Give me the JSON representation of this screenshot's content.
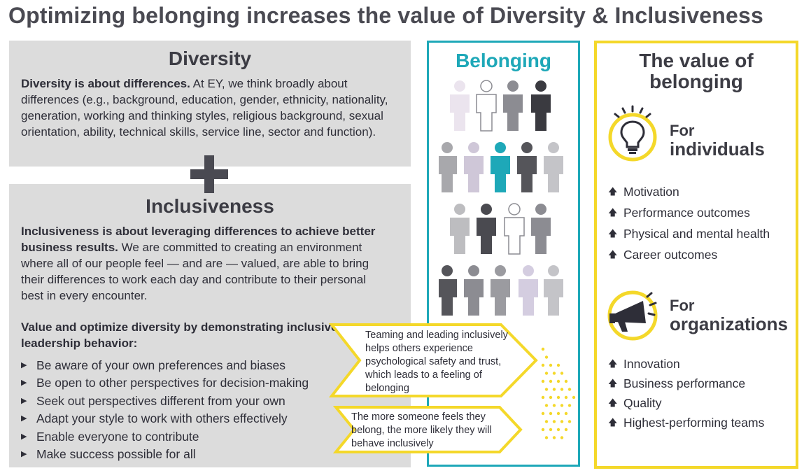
{
  "title": "Optimizing belonging increases the value of Diversity & Inclusiveness",
  "diversity": {
    "heading": "Diversity",
    "lead": "Diversity is about differences.",
    "body": " At EY, we think broadly about differences (e.g., background, education, gender, ethnicity, nationality, generation, working and thinking styles, religious background, sexual orientation, ability, technical skills, service line, sector and function)."
  },
  "inclusiveness": {
    "heading": "Inclusiveness",
    "lead": "Inclusiveness is about leveraging differences to achieve better business results.",
    "body": " We are committed to creating an environment where all of our people feel — and are — valued, are able to bring their differences to work each day and contribute to their personal best in every encounter.",
    "value_heading": "Value and optimize diversity by demonstrating inclusive leadership behavior:",
    "behaviors": [
      "Be aware of your own preferences and biases",
      "Be open to other perspectives for decision-making",
      "Seek out perspectives different from your own",
      "Adapt your style to work with others effectively",
      "Enable everyone to contribute",
      "Make success possible for all"
    ]
  },
  "belonging": {
    "heading": "Belonging"
  },
  "callouts": {
    "teaming": "Teaming and leading inclusively helps others experience psychological safety and trust, which leads to a feeling of belonging",
    "more": "The more someone feels they belong, the more likely they will behave inclusively"
  },
  "value": {
    "heading_line1": "The value of",
    "heading_line2": "belonging",
    "individuals": {
      "line1": "For",
      "line2": "individuals",
      "items": [
        "Motivation",
        "Performance outcomes",
        "Physical and mental health",
        "Career outcomes"
      ]
    },
    "organizations": {
      "line1": "For",
      "line2": "organizations",
      "items": [
        "Innovation",
        "Business performance",
        "Quality",
        "Highest-performing teams"
      ]
    }
  },
  "icons": {
    "plus": "plus-icon",
    "bullet": "triangle-bullet-icon",
    "arrow": "up-arrow-icon",
    "individuals": "lightbulb-icon",
    "organizations": "megaphone-icon",
    "people": "person-icon"
  },
  "colors": {
    "teal": "#1ea8b8",
    "yellow": "#f4d82a",
    "panel_gray": "#dcdcdc",
    "dark_gray": "#4a4a52"
  }
}
